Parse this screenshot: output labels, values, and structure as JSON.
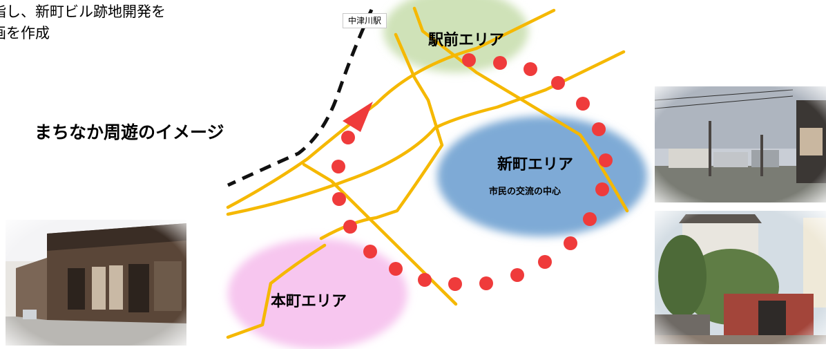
{
  "header": {
    "line1": "指し、新町ビル跡地開発を",
    "line2": "画を作成"
  },
  "caption": "まちなか周遊のイメージ",
  "station": "中津川駅",
  "areas": {
    "ekimae": "駅前エリア",
    "shinmachi": "新町エリア",
    "shinmachi_sub": "市民の交流の中心",
    "honmachi": "本町エリア"
  },
  "colors": {
    "road": "#f5b800",
    "route_dot": "#ef3b3b",
    "ekimae_area": "#cfe2b8",
    "shinmachi_area": "#7eaad6",
    "honmachi_area": "#f7c6ef"
  }
}
